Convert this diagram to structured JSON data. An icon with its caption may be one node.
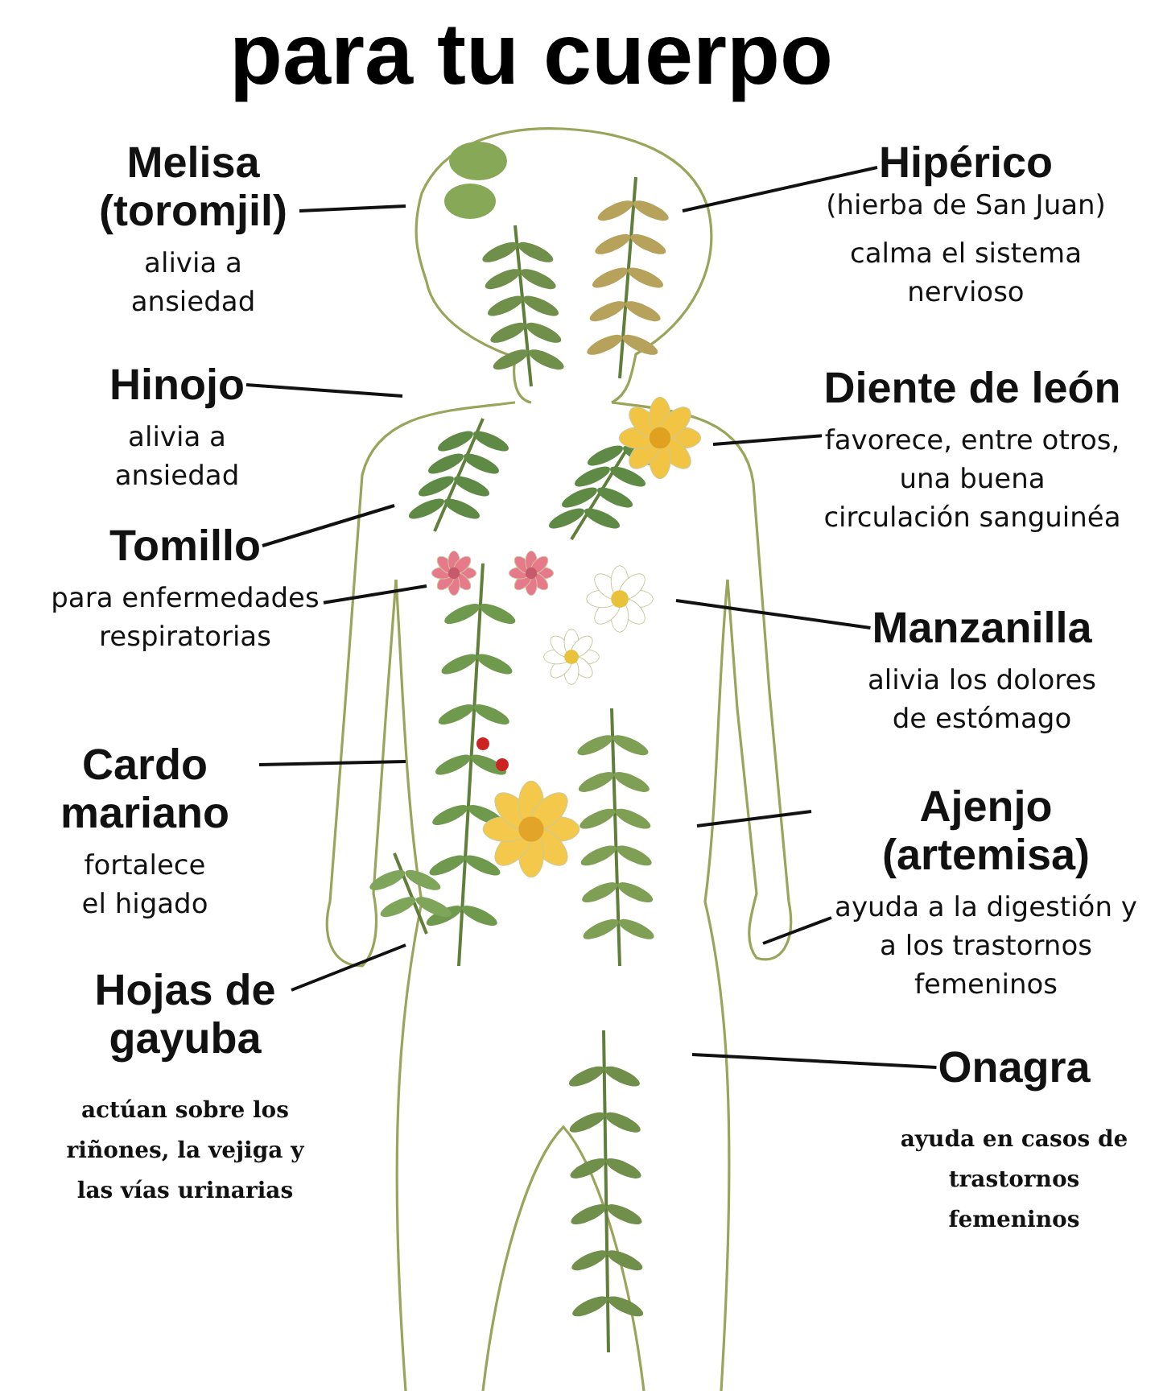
{
  "diagram": {
    "title": "para tu cuerpo",
    "nodes": [
      {
        "text": [
          "Melisa (toromjil)",
          "alivia a ansiedad"
        ]
      },
      {
        "text": [
          "Hipérico",
          "(hierba de San Juan)",
          "calma el sistema nervioso"
        ]
      },
      {
        "text": [
          "Hinojo",
          "alivia a ansiedad"
        ]
      },
      {
        "text": [
          "Diente de león",
          "favorece, entre otros, una buena circulación sanguinéa"
        ]
      },
      {
        "text": [
          "Tomillo",
          "para enfermedades respiratorias"
        ]
      },
      {
        "text": [
          "Manzanilla",
          "alivia los dolores de estómago"
        ]
      },
      {
        "text": [
          "Cardo mariano",
          "fortalece el higado"
        ]
      },
      {
        "text": [
          "Ajenjo (artemisa)",
          "ayuda a la digestión y a los trastornos femeninos"
        ]
      },
      {
        "text": [
          "Hojas de gayuba",
          "actúan sobre los riñones, la vejiga y las vías urinarias"
        ]
      },
      {
        "text": [
          "Onagra",
          "ayuda en casos de trastornos femeninos"
        ]
      }
    ],
    "edges": [
      {
        "from": 0,
        "to": null,
        "arrow": "none"
      },
      {
        "from": 1,
        "to": null,
        "arrow": "none"
      },
      {
        "from": 2,
        "to": null,
        "arrow": "none"
      },
      {
        "from": 3,
        "to": null,
        "arrow": "none"
      },
      {
        "from": 4,
        "to": null,
        "arrow": "none"
      },
      {
        "from": 4,
        "to": null,
        "arrow": "none"
      },
      {
        "from": 5,
        "to": null,
        "arrow": "none"
      },
      {
        "from": 6,
        "to": null,
        "arrow": "none"
      },
      {
        "from": 7,
        "to": null,
        "arrow": "none"
      },
      {
        "from": 7,
        "to": null,
        "arrow": "none"
      },
      {
        "from": 8,
        "to": null,
        "arrow": "none"
      },
      {
        "from": 9,
        "to": null,
        "arrow": "none"
      }
    ]
  }
}
